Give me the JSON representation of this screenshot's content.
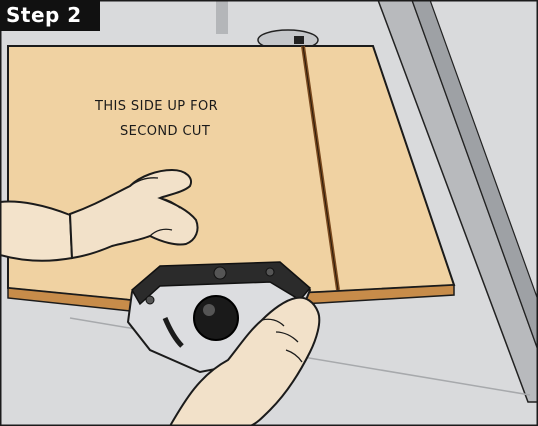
{
  "step_label": "Step 2",
  "board_note": {
    "line1": "THIS SIDE UP FOR",
    "line2": "SECOND CUT"
  },
  "colors": {
    "board": "#f0d2a2",
    "board_edge": "#c78c4a",
    "table": "#d9dadc",
    "fence": "#b8babd",
    "miter_gauge": "#2b2b2b",
    "skin": "#f2e1c9"
  }
}
